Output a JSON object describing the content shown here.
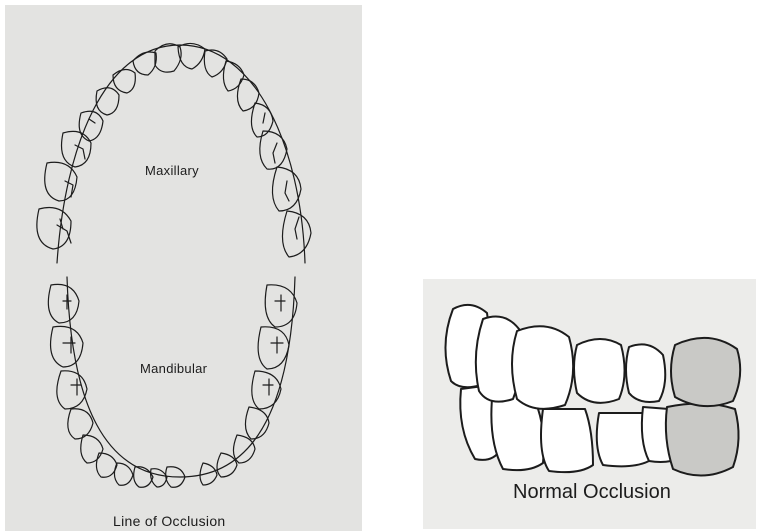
{
  "figure_left": {
    "labels": {
      "maxillary": "Maxillary",
      "mandibular": "Mandibular",
      "line_of_occlusion": "Line of Occlusion"
    }
  },
  "figure_right": {
    "caption": "Normal Occlusion"
  },
  "colors": {
    "panel_left": "#e3e3e1",
    "panel_right": "#ececea",
    "ink": "#1c1c1c",
    "shaded_molar": "#c9c9c6"
  }
}
